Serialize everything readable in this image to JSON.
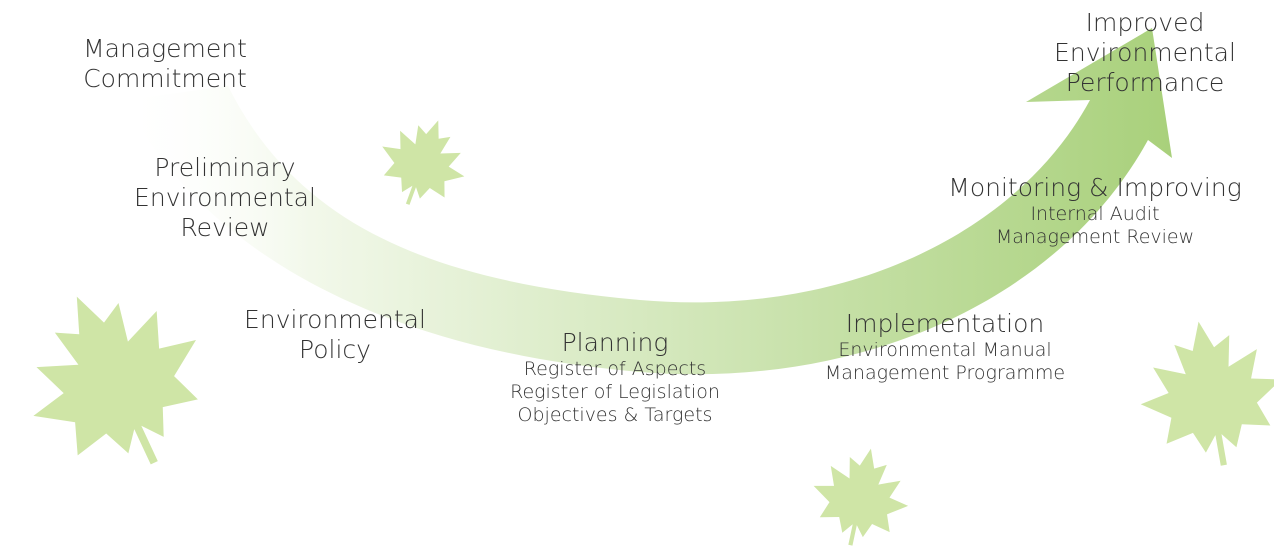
{
  "stages": {
    "commitment": {
      "lines": [
        "Management",
        "Commitment"
      ]
    },
    "review": {
      "lines": [
        "Preliminary",
        "Environmental",
        "Review"
      ]
    },
    "policy": {
      "lines": [
        "Environmental",
        "Policy"
      ]
    },
    "planning": {
      "title": "Planning",
      "items": [
        "Register of Aspects",
        "Register of Legislation",
        "Objectives & Targets"
      ]
    },
    "implementation": {
      "title": "Implementation",
      "items": [
        "Environmental Manual",
        "Management Programme"
      ]
    },
    "monitoring": {
      "title": "Monitoring & Improving",
      "items": [
        "Internal Audit",
        "Management Review"
      ]
    },
    "outcome": {
      "lines": [
        "Improved",
        "Environmental",
        "Performance"
      ]
    }
  },
  "colors": {
    "arrow_start": "#f2f8ea",
    "arrow_end": "#a8d07a",
    "leaf": "#cfe5a6",
    "text": "#333333"
  },
  "icons": [
    "maple-leaf-icon"
  ]
}
